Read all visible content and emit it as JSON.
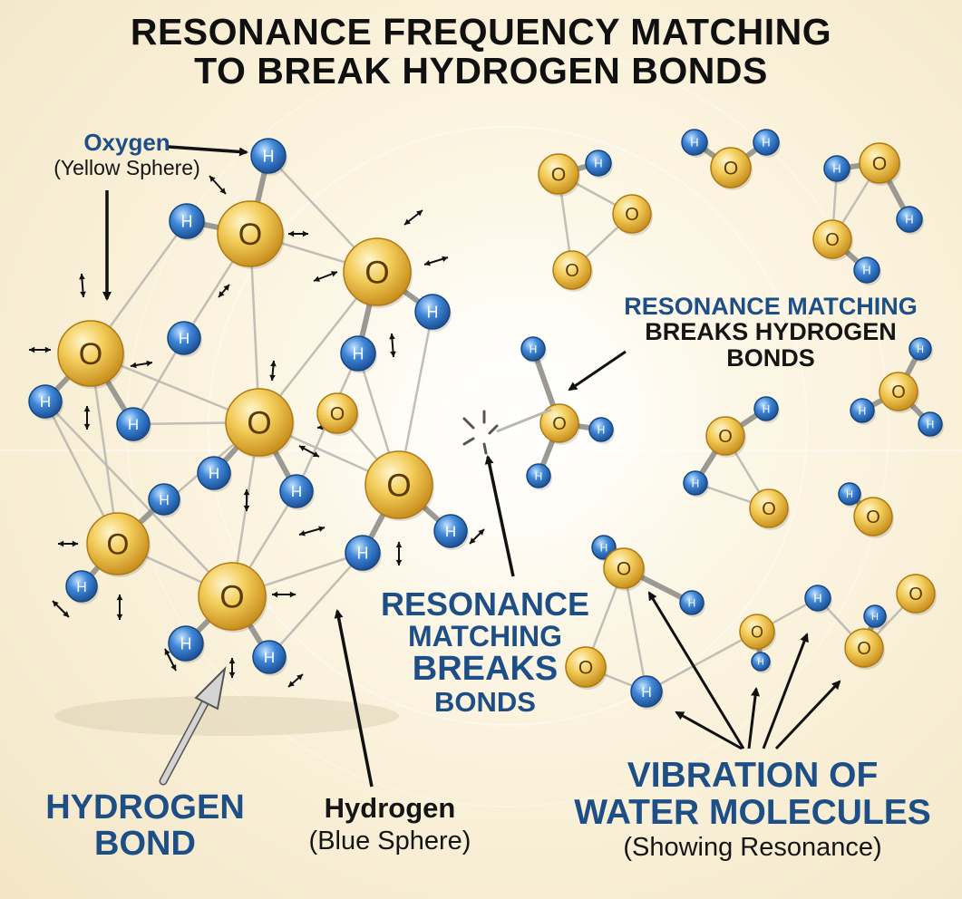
{
  "title": {
    "line1": "RESONANCE FREQUENCY MATCHING",
    "line2": "TO BREAK HYDROGEN BONDS"
  },
  "labels": {
    "oxygen": {
      "main": "Oxygen",
      "sub": "(Yellow Sphere)"
    },
    "resonance_top": {
      "line1": "RESONANCE MATCHING",
      "line2": "BREAKS HYDROGEN",
      "line3": "BONDS"
    },
    "resonance_mid": {
      "line1": "RESONANCE",
      "line2": "MATCHING",
      "line3": "BREAKS",
      "line4": "BONDS"
    },
    "hydrogen_bond": {
      "line1": "HYDROGEN",
      "line2": "BOND"
    },
    "hydrogen": {
      "main": "Hydrogen",
      "sub": "(Blue Sphere)"
    },
    "vibration": {
      "line1": "VIBRATION OF",
      "line2": "WATER MOLECULES",
      "sub": "(Showing Resonance)"
    }
  },
  "atom_symbols": {
    "oxygen": "O",
    "hydrogen": "H"
  },
  "colors": {
    "oxygen_fill": "#e9b83a",
    "hydrogen_fill": "#2f72c4",
    "label_blue": "#1d4f86",
    "bond_line": "#b9b8b0",
    "hbond_arrow": "#c9c9c9"
  }
}
